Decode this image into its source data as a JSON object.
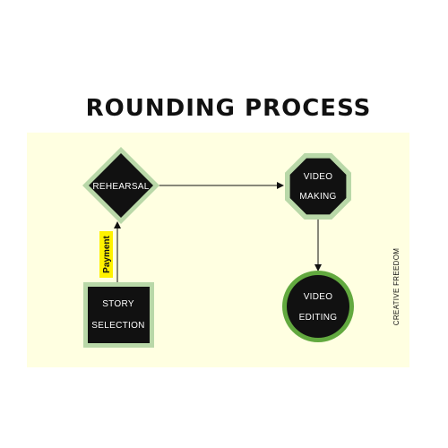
{
  "title": "ROUNDING PROCESS",
  "colors": {
    "panel_background": "#ffffe1",
    "node_fill": "#111111",
    "node_border": "#b9d8a8",
    "circle_border": "#62a93f",
    "payment_highlight": "#fff200",
    "node_text": "#ffffff"
  },
  "nodes": {
    "rehearsal": {
      "label": "REHEARSAL"
    },
    "video_making": {
      "line1": "VIDEO",
      "line2": "MAKING"
    },
    "video_editing": {
      "line1": "VIDEO",
      "line2": "EDITING"
    },
    "story_selection": {
      "line1": "STORY",
      "line2": "SELECTION"
    }
  },
  "edges": {
    "payment_label": "Payment"
  },
  "side_label": "CREATIVE FREEDOM"
}
